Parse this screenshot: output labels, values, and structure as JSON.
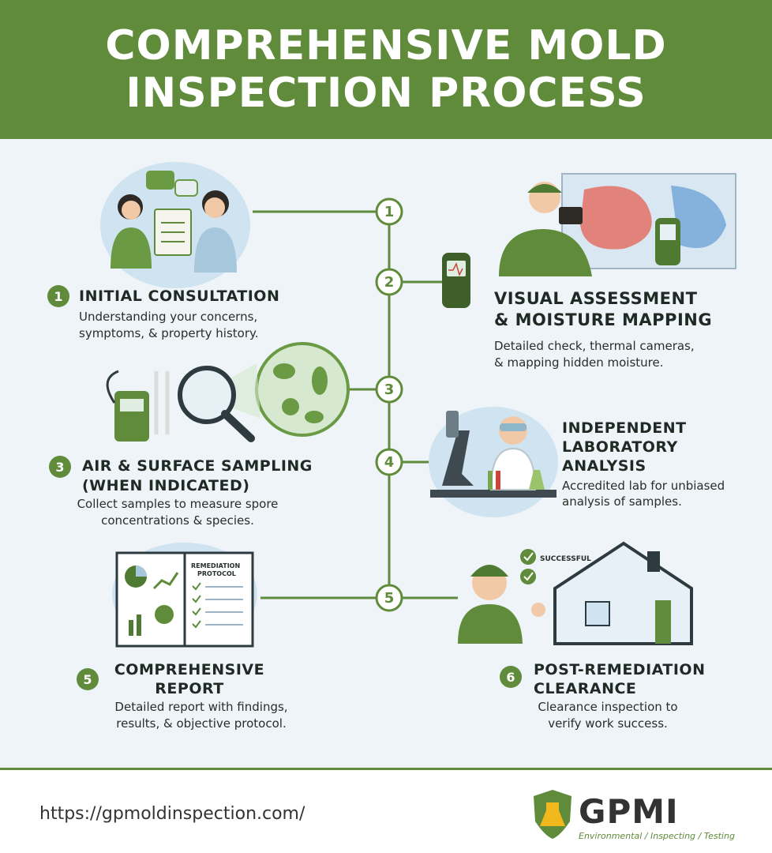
{
  "header": {
    "title_line1": "COMPREHENSIVE MOLD",
    "title_line2": "INSPECTION PROCESS"
  },
  "timeline": {
    "nodes": [
      "1",
      "2",
      "3",
      "4",
      "5"
    ]
  },
  "steps": [
    {
      "badge": "1",
      "title": "INITIAL CONSULTATION",
      "desc_line1": "Understanding your concerns,",
      "desc_line2": "symptoms, & property history."
    },
    {
      "title_line1": "VISUAL ASSESSMENT",
      "title_line2": "& MOISTURE MAPPING",
      "desc_line1": "Detailed check, thermal cameras,",
      "desc_line2": "& mapping hidden moisture."
    },
    {
      "badge": "3",
      "title_line1": "AIR & SURFACE SAMPLING",
      "title_line2": "(WHEN INDICATED)",
      "desc_line1": "Collect samples to measure spore",
      "desc_line2": "concentrations & species."
    },
    {
      "title_line1": "INDEPENDENT",
      "title_line2": "LABORATORY",
      "title_line3": "ANALYSIS",
      "desc_line1": "Accredited lab for unbiased",
      "desc_line2": "analysis of samples."
    },
    {
      "badge": "5",
      "title_line1": "COMPREHENSIVE",
      "title_line2": "REPORT",
      "desc_line1": "Detailed report with findings,",
      "desc_line2": "results, & objective protocol."
    },
    {
      "badge": "6",
      "title_line1": "POST-REMEDIATION",
      "title_line2": "CLEARANCE",
      "desc_line1": "Clearance inspection to",
      "desc_line2": "verify work success."
    }
  ],
  "illustrations": {
    "report_label_line1": "REMEDIATION",
    "report_label_line2": "PROTOCOL",
    "clearance_label": "SUCCESSFUL"
  },
  "footer": {
    "url": "https://gpmoldinspection.com/",
    "logo_name": "GPMI",
    "logo_tagline": "Environmental / Inspecting / Testing"
  },
  "colors": {
    "brand_green": "#5f8b3a",
    "panel_bg": "#eef4f8",
    "illustration_bg": "#cfe3f0"
  }
}
